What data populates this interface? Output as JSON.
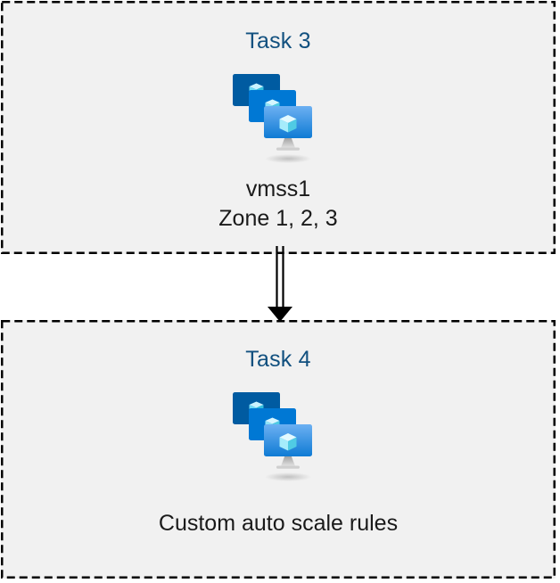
{
  "diagram": {
    "type": "flow",
    "background_color": "#ffffff",
    "box_fill_color": "#f1f1f1",
    "box_border_color": "#000000",
    "box_border_style": "dashed",
    "title_color": "#11507f",
    "caption_color": "#1a1a1a",
    "connector_color": "#000000",
    "nodes": [
      {
        "id": "task3",
        "title": "Task 3",
        "icon": "azure-virtual-machine-scale-set-icon",
        "caption_lines": [
          "vmss1",
          "Zone 1, 2, 3"
        ]
      },
      {
        "id": "task4",
        "title": "Task 4",
        "icon": "azure-virtual-machine-scale-set-icon",
        "caption_lines": [
          "Custom auto scale rules"
        ]
      }
    ],
    "connectors": [
      {
        "id": "task3-to-task4",
        "from": "task3",
        "to": "task4",
        "style": "double-line-arrow",
        "direction": "down"
      }
    ],
    "icon_palette": {
      "screen_back": "#005ba1",
      "screen_mid": "#0078d4",
      "screen_front_top": "#5ea0ef",
      "screen_front_bottom": "#1683da",
      "cube_light": "#c3f1ff",
      "cube_mid": "#9cebff",
      "cube_dark": "#32bedd",
      "stand": "#b3b3b3"
    }
  }
}
